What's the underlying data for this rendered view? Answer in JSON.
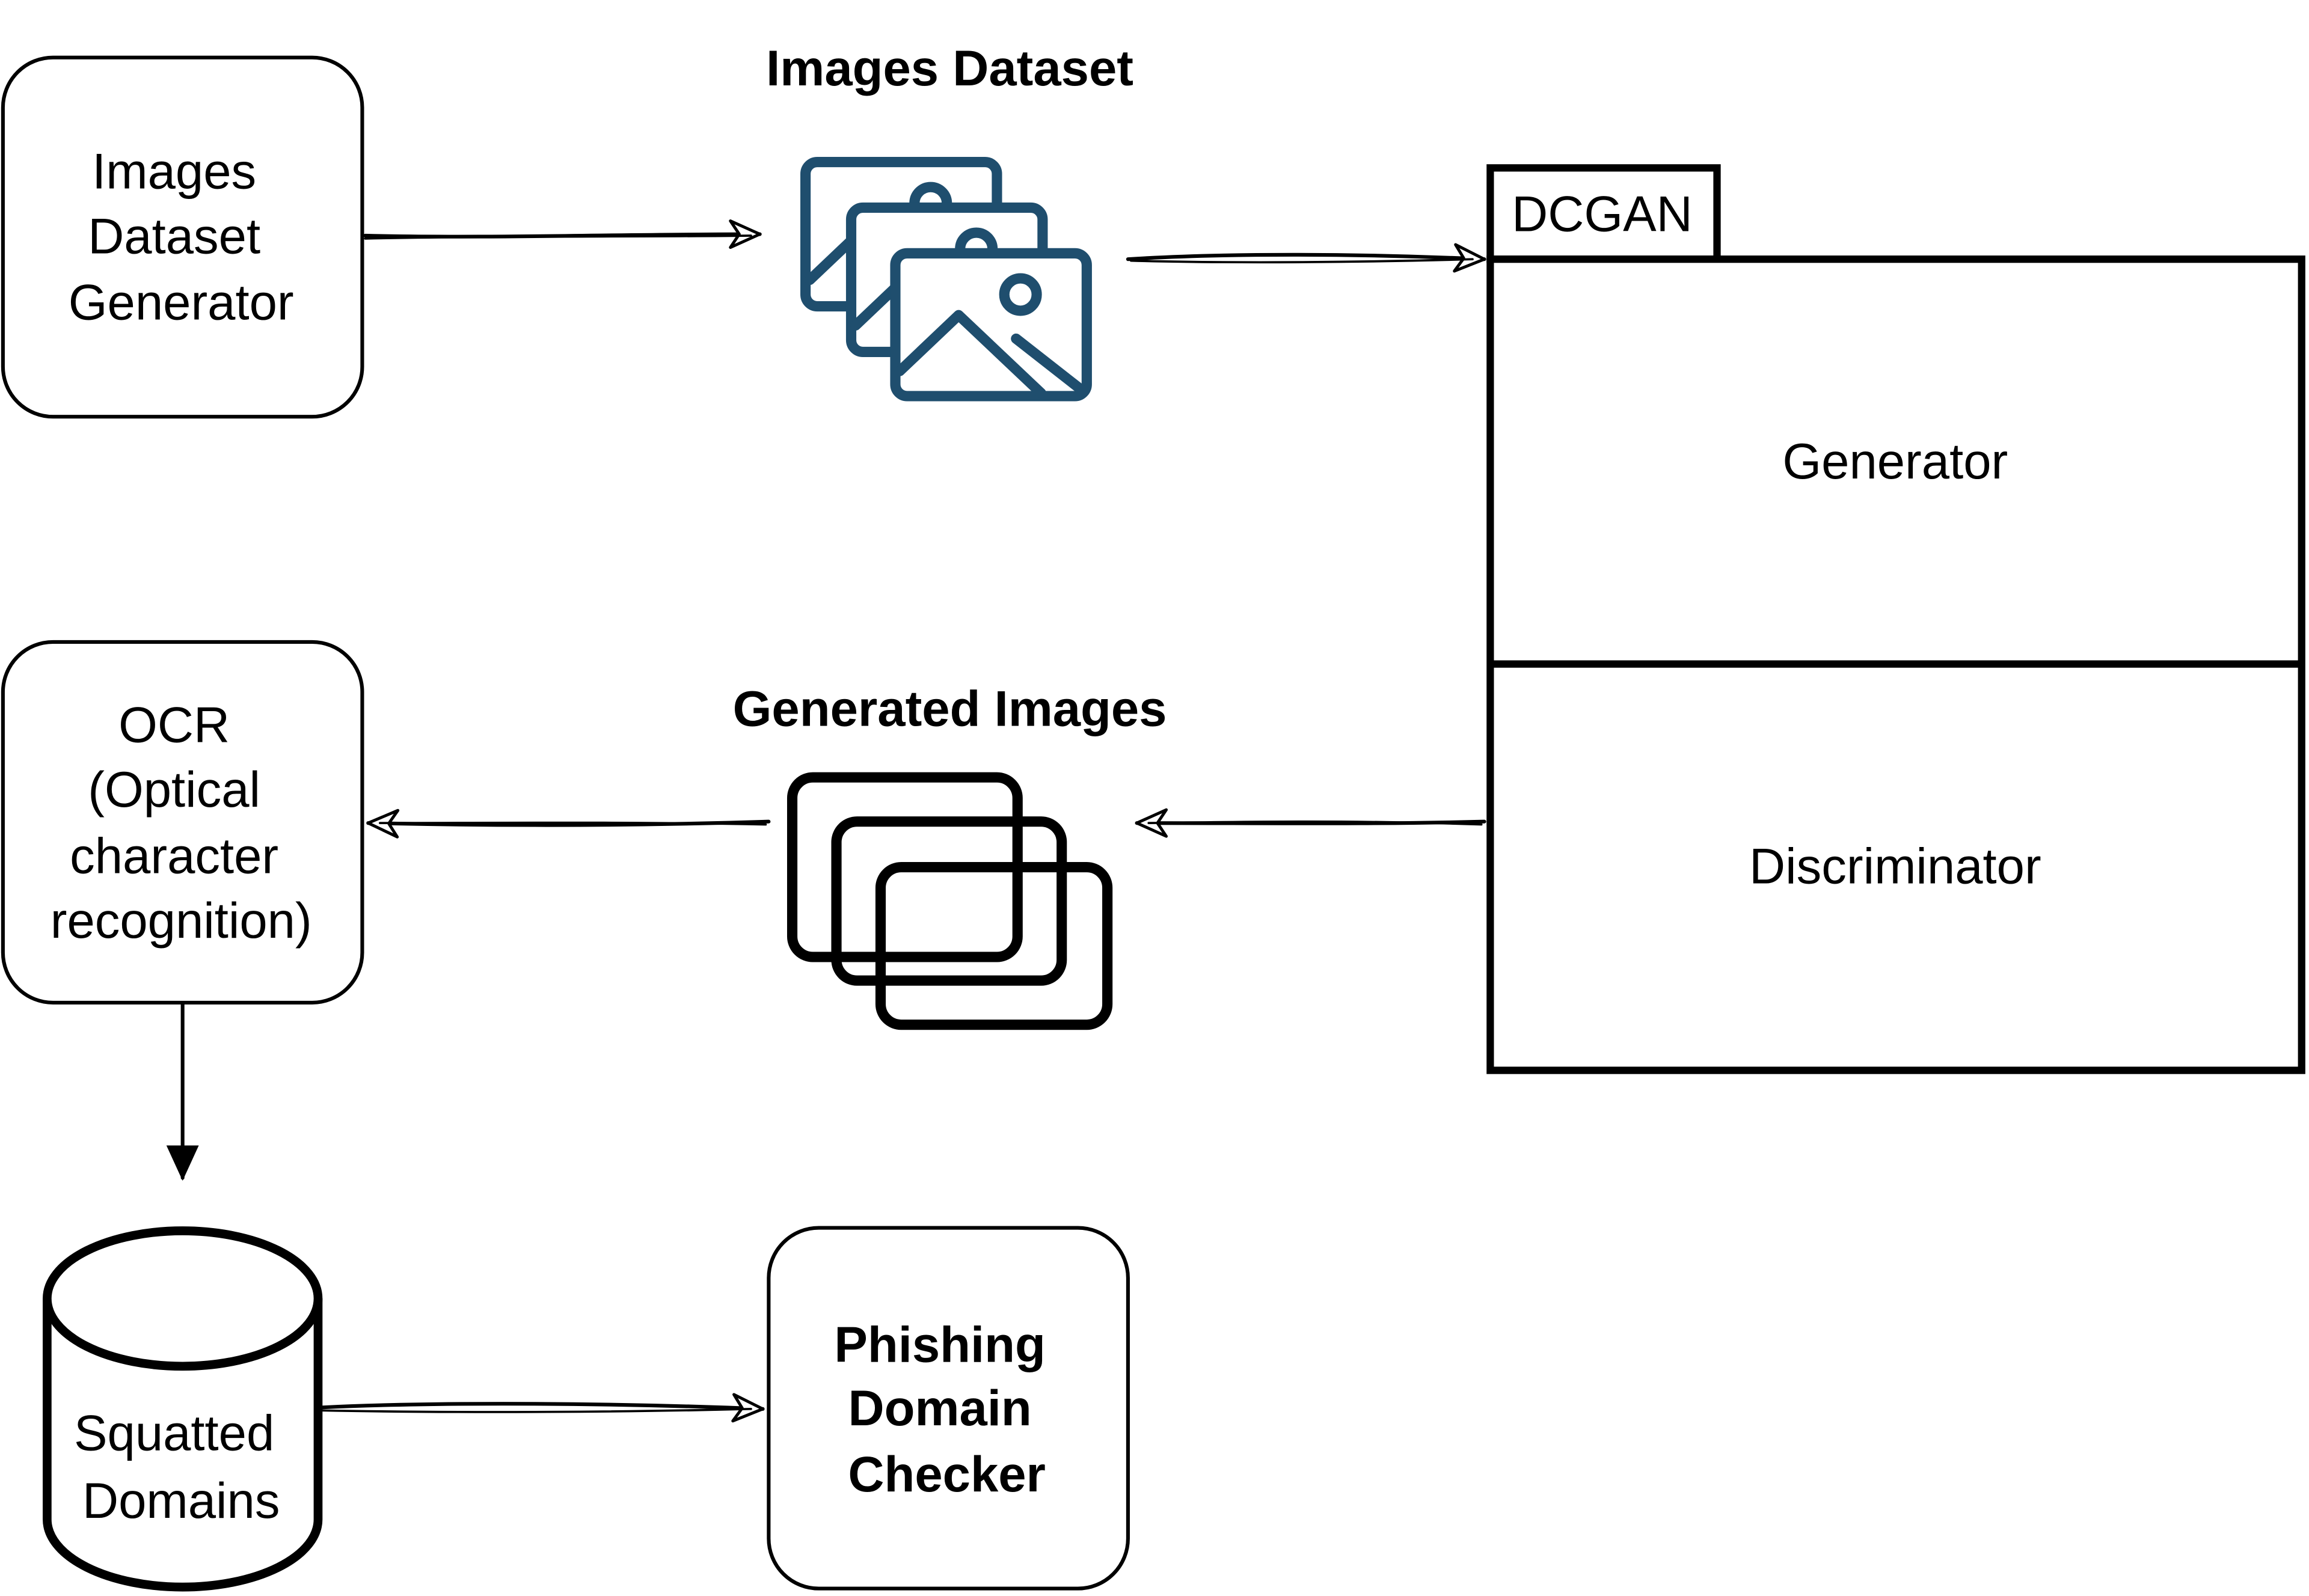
{
  "nodes": {
    "images_dataset_generator": {
      "lines": [
        "Images",
        "Dataset",
        "Generator"
      ]
    },
    "images_dataset": {
      "title": "Images Dataset"
    },
    "dcgan": {
      "tab_label": "DCGAN",
      "generator_label": "Generator",
      "discriminator_label": "Discriminator"
    },
    "generated_images": {
      "title": "Generated Images"
    },
    "ocr": {
      "lines": [
        "OCR",
        "(Optical",
        "character",
        "recognition)"
      ]
    },
    "squatted_domains": {
      "lines": [
        "Squatted",
        "Domains"
      ]
    },
    "phishing_domain_checker": {
      "lines": [
        "Phishing",
        "Domain",
        "Checker"
      ]
    }
  },
  "edges": [
    {
      "from": "Images Dataset Generator",
      "to": "Images Dataset"
    },
    {
      "from": "Images Dataset",
      "to": "DCGAN"
    },
    {
      "from": "DCGAN",
      "to": "Generated Images"
    },
    {
      "from": "Generated Images",
      "to": "OCR (Optical character recognition)"
    },
    {
      "from": "OCR (Optical character recognition)",
      "to": "Squatted Domains"
    },
    {
      "from": "Squatted Domains",
      "to": "Phishing Domain Checker"
    }
  ],
  "colors": {
    "stroke": "#000000",
    "dataset_icon": "#1f4e6e",
    "background": "#ffffff"
  },
  "icons": {
    "images_dataset": "images-stack-icon",
    "generated_images": "frames-stack-icon"
  }
}
